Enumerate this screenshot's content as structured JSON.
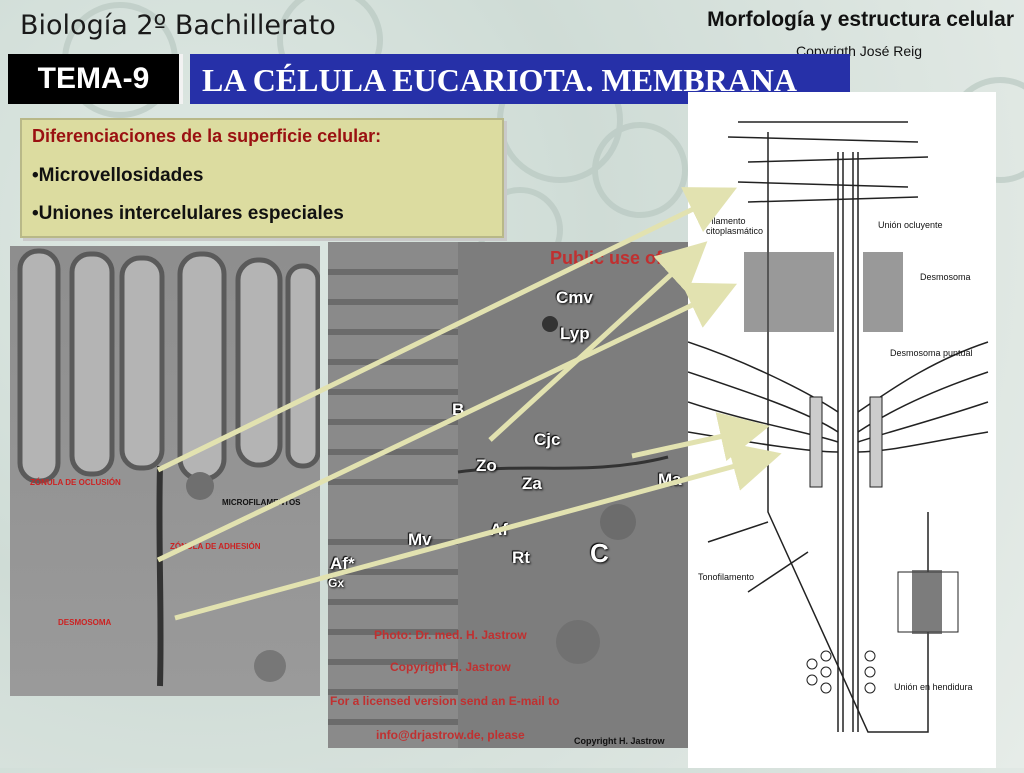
{
  "header": {
    "course": "Biología 2º Bachillerato",
    "topic": "Morfología y estructura celular",
    "copyright": "Copyrigth José Reig",
    "tema": "TEMA-9",
    "title": "LA CÉLULA EUCARIOTA. MEMBRANA"
  },
  "textbox": {
    "heading": "Diferenciaciones de la superficie celular:",
    "items": [
      "•Microvellosidades",
      "•Uniones intercelulares especiales"
    ]
  },
  "photo_left": {
    "labels": [
      "ZÓNULA DE OCLUSIÓN",
      "MICROFILAMENTOS",
      "ZÓNULA DE ADHESIÓN",
      "DESMOSOMA"
    ]
  },
  "photo_middle": {
    "watermark": "Public use of c",
    "em_labels": [
      "Cmv",
      "Lyp",
      "B",
      "Cjc",
      "Zo",
      "Za",
      "Ma",
      "Mv",
      "Af",
      "Rt",
      "C",
      "Af*",
      "Gx"
    ],
    "credits": [
      "Photo: Dr. med. H. Jastrow",
      "Copyright H. Jastrow",
      "For a licensed version send an E-mail to",
      "info@drjastrow.de, please"
    ],
    "copyright": "Copyright H. Jastrow"
  },
  "diagram": {
    "labels": {
      "filamento": "Filamento\ncitoplasmático",
      "ocluyente": "Unión ocluyente",
      "desmosoma": "Desmosoma",
      "puntual": "Desmosoma puntual",
      "tonofilamento": "Tonofilamento",
      "hendidura": "Unión en hendidura"
    }
  },
  "colors": {
    "arrow": "#e2e2b0",
    "titlebar": "#2630a8",
    "textbox": "#dcdca0",
    "heading_red": "#9a1111"
  }
}
